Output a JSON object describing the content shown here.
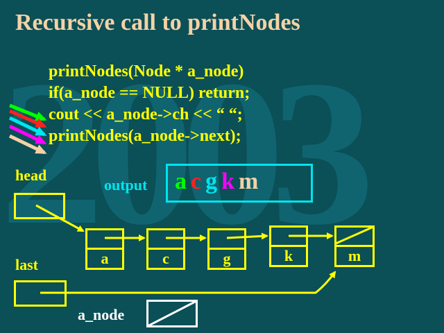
{
  "watermark": "2003",
  "title": "Recursive call to printNodes",
  "code_lines": [
    "printNodes(Node * a_node)",
    "if(a_node == NULL) return;",
    "cout << a_node->ch << “ “;",
    "printNodes(a_node->next);"
  ],
  "labels": {
    "head": "head",
    "last": "last",
    "output": "output",
    "a_node": "a_node"
  },
  "output_chars": [
    {
      "ch": "a",
      "color": "#00ff00"
    },
    {
      "ch": "c",
      "color": "#ff2020"
    },
    {
      "ch": "g",
      "color": "#00e5ee"
    },
    {
      "ch": "k",
      "color": "#ff00ff"
    },
    {
      "ch": "m",
      "color": "#f5d2a6"
    }
  ],
  "nodes": [
    "a",
    "c",
    "g",
    "k",
    "m"
  ],
  "call_arrow_colors": [
    "#00ff00",
    "#ff2020",
    "#00e5ee",
    "#ff00ff",
    "#f5d2a6"
  ],
  "colors": {
    "pointer": "#ffff00",
    "text": "#ffff00",
    "output_border": "#00e5ee",
    "background": "#0b4f57"
  }
}
